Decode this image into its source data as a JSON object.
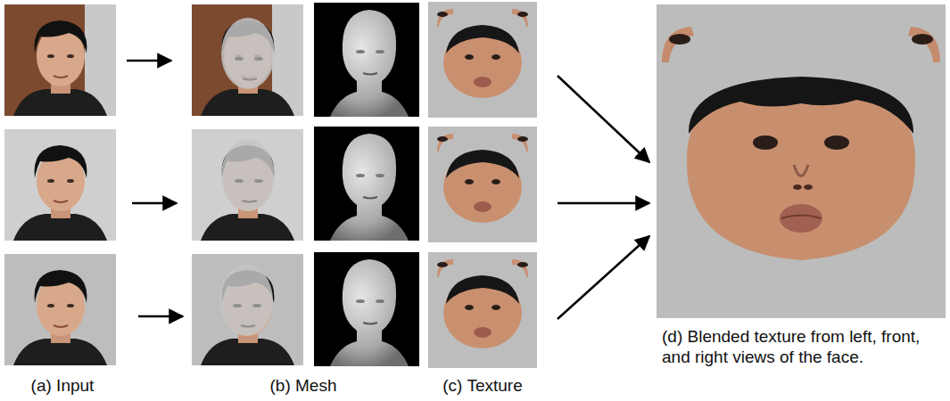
{
  "diagram": {
    "labels": [
      "(a) Input",
      "(b) Mesh",
      "(c) Texture",
      "(d) Blended texture from left, front, and right views of the face."
    ]
  }
}
